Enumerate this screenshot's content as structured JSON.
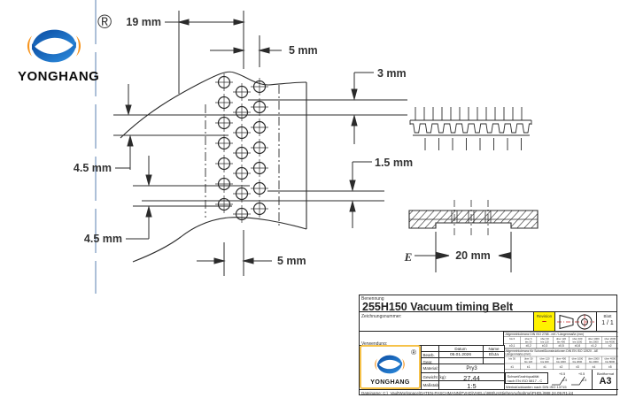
{
  "brand": {
    "name": "YONGHANG",
    "registered": "®"
  },
  "drawing": {
    "dims": {
      "d19": "19 mm",
      "d5_top": "5 mm",
      "d3": "3 mm",
      "d45_a": "4.5 mm",
      "d15": "1.5 mm",
      "d45_b": "4.5 mm",
      "d5_bottom": "5 mm",
      "d20": "20 mm",
      "section_label": "E"
    }
  },
  "titleblock": {
    "benennung_label": "Benennung",
    "title": "255H150 Vacuum timing Belt",
    "zeichnungsnummer_label": "Zeichnungsnummer:",
    "revision": {
      "label": "Revision",
      "value": "–"
    },
    "blatt": {
      "label": "Blatt",
      "value": "1 / 1"
    },
    "verwendung_label": "Verwendung:",
    "tol1": {
      "header": "Allgemeintoleranz DIN ISO 2768 - mK / Längenmaße (mm)",
      "ranges": [
        [
          "bis 6",
          ""
        ],
        [
          "über 6",
          "bis 30"
        ],
        [
          "über 30",
          "bis 120"
        ],
        [
          "über 120",
          "bis 400"
        ],
        [
          "über 400",
          "bis 1000"
        ],
        [
          "über 1000",
          "bis 2000"
        ],
        [
          "über 2000",
          "bis 4000"
        ]
      ],
      "values": [
        "±0,1",
        "±0,2",
        "±0,3",
        "±0,5",
        "±0,8",
        "±1,2",
        "±2"
      ]
    },
    "tol2": {
      "header": "Allgemeintoleranz für Schweißkonstruktionen DIN EN ISO 13920 - AE",
      "header2": "Längenmaße (mm)",
      "ranges": [
        [
          "bis 30",
          ""
        ],
        [
          "über 30",
          "bis 120"
        ],
        [
          "über 120",
          "bis 400"
        ],
        [
          "über 400",
          "bis 1000"
        ],
        [
          "über 1000",
          "bis 2000"
        ],
        [
          "über 2000",
          "bis 4000"
        ],
        [
          "über 4000",
          "bis 8000"
        ]
      ],
      "values": [
        "±1",
        "±1",
        "±1",
        "±2",
        "±3",
        "±4",
        "±5"
      ]
    },
    "info": {
      "datum_label": "Datum",
      "name_label": "Name",
      "bearb_label": "Bearb.",
      "bearb_datum": "05.01.2026",
      "bearb_name": "EbJa",
      "gepr_label": "Gepr.",
      "material_label": "Material:",
      "material_value": "Pry3",
      "gewicht_label": "Gewicht (kg):",
      "gewicht_value": "27,44",
      "massstab_label": "Maßstab:",
      "massstab_value": "1:5"
    },
    "weld": {
      "quality_line1": "Schweißnahtqualität",
      "quality_line2": "nach EN ISO 5817 - C",
      "kanten": "Werkstückkanten nach DIN ISO 13715",
      "edge_plus": "+0.5",
      "edge_minus": "-0.5"
    },
    "blattformat": {
      "label": "Blattformat",
      "value": "A3"
    },
    "dateiname": "Dateiname: C:\\_VaultWorkspace\\DATEN-PASCHMANN\\PVHD\\VHELL\\988\\UsStiehenAufnahme\\PHDL\\988.24.09.R1.ipt"
  },
  "colors": {
    "revision_bg": "#fff200",
    "revision_mark": "#cc1111",
    "logo_blue_dark": "#0a4aa0",
    "logo_blue_light": "#2e8fe0",
    "logo_orange": "#f7941d",
    "centerline_blue": "#8aa5c8",
    "line_dark": "#2b2b2b"
  }
}
